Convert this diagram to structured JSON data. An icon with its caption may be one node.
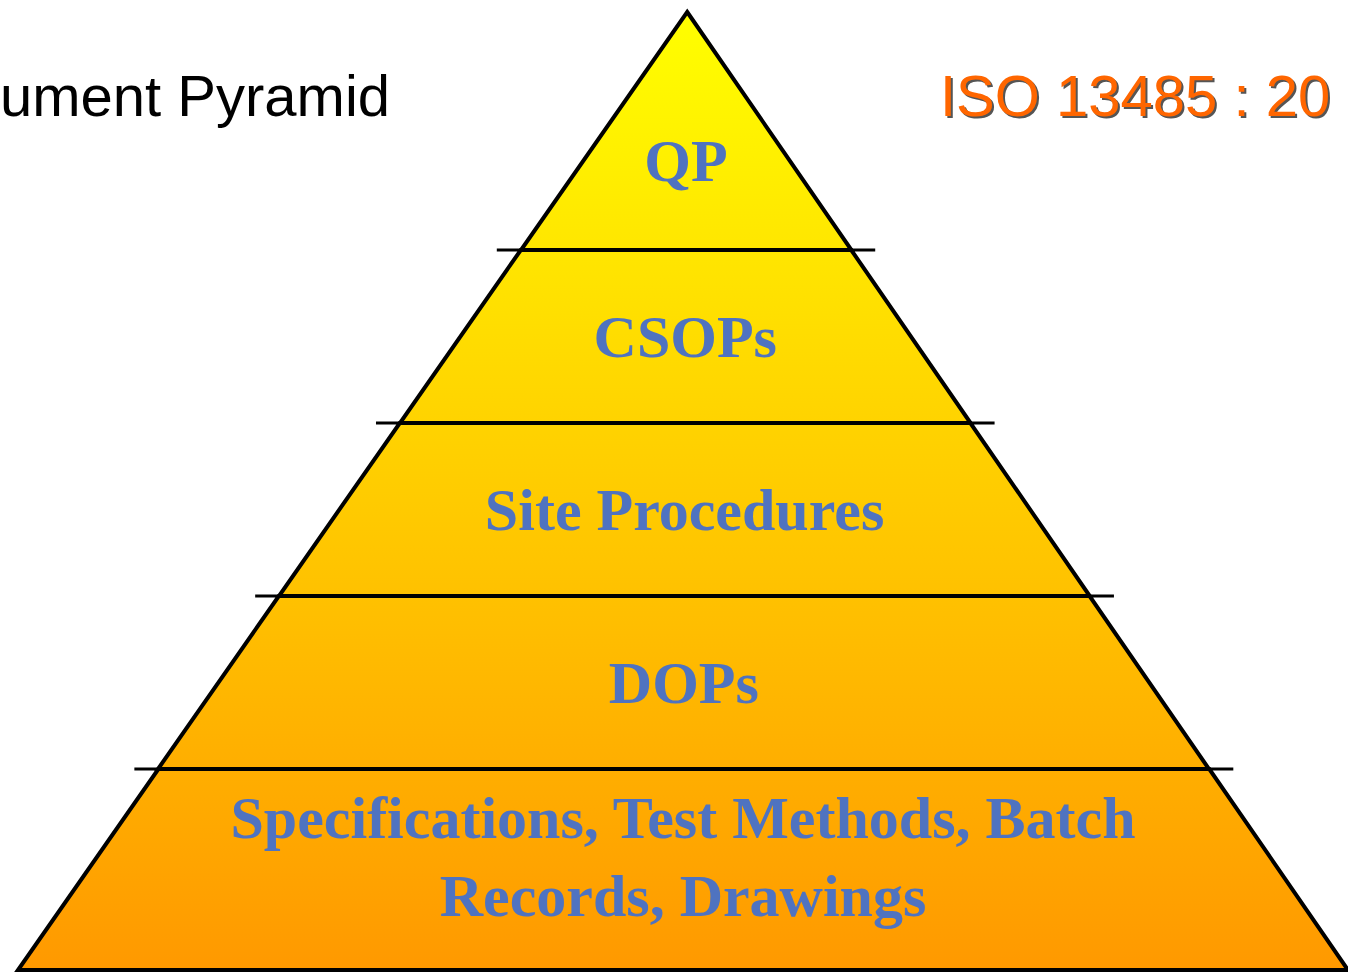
{
  "diagram": {
    "title": "ument Pyramid",
    "nodes": [
      {
        "text": [
          "QP"
        ]
      },
      {
        "text": [
          "CSOPs"
        ]
      },
      {
        "text": [
          "Site Procedures"
        ]
      },
      {
        "text": [
          "DOPs"
        ]
      },
      {
        "text": [
          "Specifications, Test Methods, Batch Records, Drawings"
        ]
      }
    ],
    "labels": [
      "ISO 13485 : 20"
    ]
  }
}
